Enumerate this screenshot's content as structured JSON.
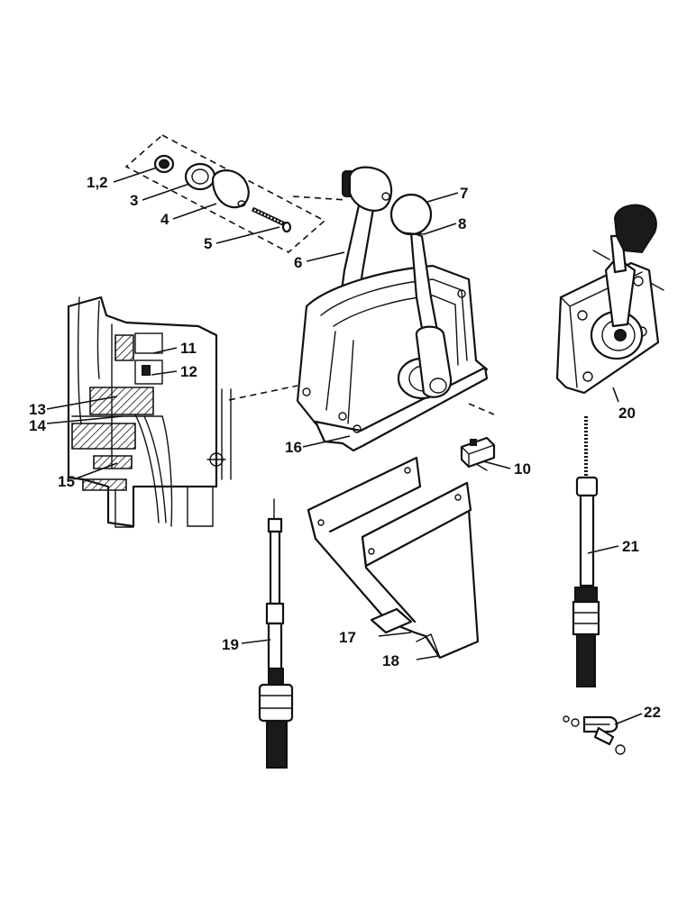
{
  "callouts": {
    "c1_2": "1,2",
    "c3": "3",
    "c4": "4",
    "c5": "5",
    "c6": "6",
    "c7": "7",
    "c8": "8",
    "c10": "10",
    "c11": "11",
    "c12": "12",
    "c13": "13",
    "c14": "14",
    "c15": "15",
    "c16": "16",
    "c17": "17",
    "c18": "18",
    "c19": "19",
    "c20": "20",
    "c21": "21",
    "c22": "22"
  }
}
